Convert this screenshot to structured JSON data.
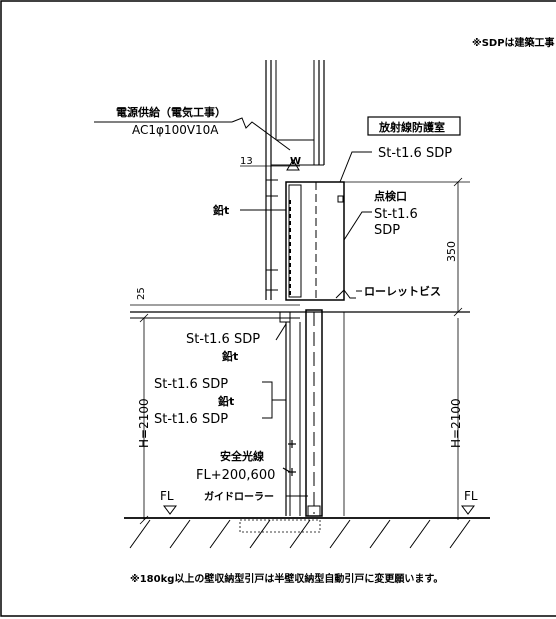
{
  "notes": {
    "top_right": "※SDPは建築工事",
    "bottom": "※180kg以上の壁収納型引戸は半壁収納型自動引戸に変更願います。"
  },
  "labels": {
    "power_supply_title": "電源供給（電気工事）",
    "power_supply_spec": "AC1φ100V10A",
    "room_name": "放射線防護室",
    "dim_13": "13",
    "w_mark": "W",
    "lead_t_upper": "鉛t",
    "st_top": "St-t1.6 SDP",
    "inspection_title": "点検口",
    "inspection_st": "St-t1.6",
    "inspection_sdp": "SDP",
    "dim_350": "350",
    "knurled_screw": "ローレットビス",
    "dim_25": "25",
    "st_mid": "St-t1.6 SDP",
    "lead_t_mid": "鉛t",
    "st_low1": "St-t1.6 SDP",
    "lead_t_low": "鉛t",
    "st_low2": "St-t1.6 SDP",
    "h_left": "H=2100",
    "h_right": "H=2100",
    "safety_title": "安全光線",
    "safety_value": "FL+200,600",
    "guide_roller": "ガイドローラー",
    "fl_left": "FL",
    "fl_right": "FL"
  }
}
